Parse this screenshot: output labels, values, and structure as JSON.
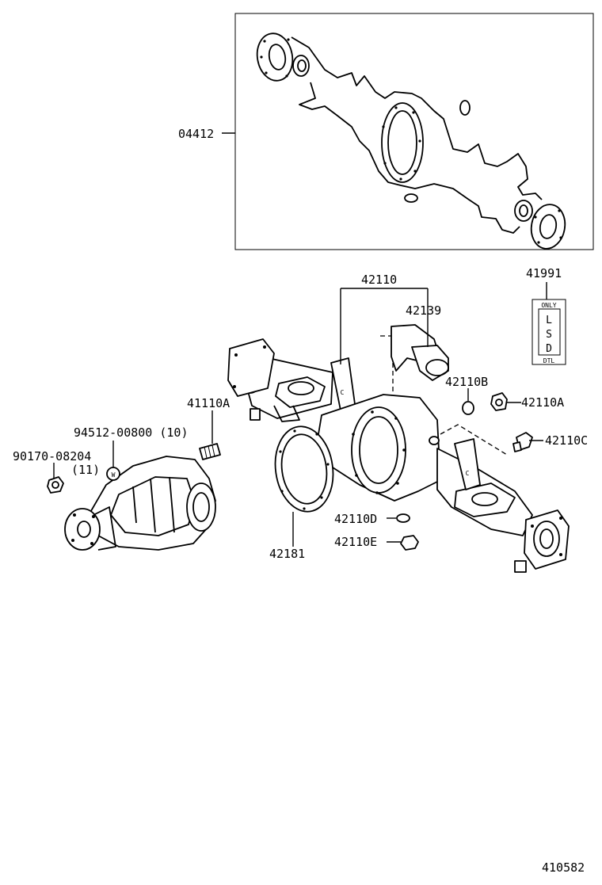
{
  "diagram": {
    "parts": {
      "p04412": "04412",
      "p42110": "42110",
      "p42139": "42139",
      "p41991": "41991",
      "p42110B": "42110B",
      "p42110A": "42110A",
      "p42110C": "42110C",
      "p41110A": "41110A",
      "p94512": "94512-00800 (10)",
      "p90170": "90170-08204",
      "p90170_qty": "(11)",
      "p42110D": "42110D",
      "p42110E": "42110E",
      "p42181": "42181"
    },
    "lsd_label": {
      "top": "ONLY",
      "l": "L",
      "s": "S",
      "d": "D",
      "bottom": "DTL"
    },
    "washer_mark": "W",
    "bracket_mark": "C",
    "figure_id": "410582"
  }
}
